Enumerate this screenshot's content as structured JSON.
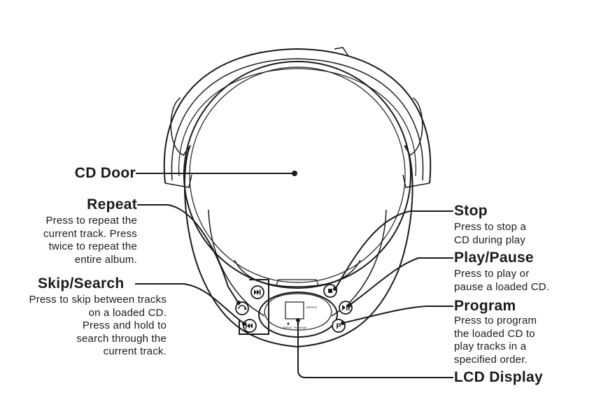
{
  "callouts": {
    "cd_door": {
      "title": "CD Door"
    },
    "repeat": {
      "title": "Repeat",
      "desc": [
        "Press to repeat the",
        "current track. Press",
        "twice to repeat the",
        "entire album."
      ]
    },
    "skip_search": {
      "title": "Skip/Search",
      "desc": [
        "Press to skip between tracks",
        "on a loaded CD.",
        "Press and hold to",
        "search through the",
        "current track."
      ]
    },
    "stop": {
      "title": "Stop",
      "desc": [
        "Press to stop a",
        "CD during play"
      ]
    },
    "play_pause": {
      "title": "Play/Pause",
      "desc": [
        "Press to play or",
        "pause a loaded CD."
      ]
    },
    "program": {
      "title": "Program",
      "desc": [
        "Press to program",
        "the loaded CD to",
        "play tracks in a",
        "specified order."
      ]
    },
    "lcd_display": {
      "title": "LCD Display"
    }
  },
  "device": {
    "button_icons": {
      "skip_forward": "skip-forward-icon",
      "repeat": "repeat-icon",
      "skip_back": "skip-back-icon",
      "stop": "stop-icon",
      "play_pause": "play-pause-icon",
      "program": "P"
    },
    "lcd_marks": {
      "left": "REPEAT",
      "mid1": "REPEAT",
      "mid2": "PROGRAM"
    }
  },
  "colors": {
    "line": "#1a1a1a",
    "background": "#ffffff"
  }
}
